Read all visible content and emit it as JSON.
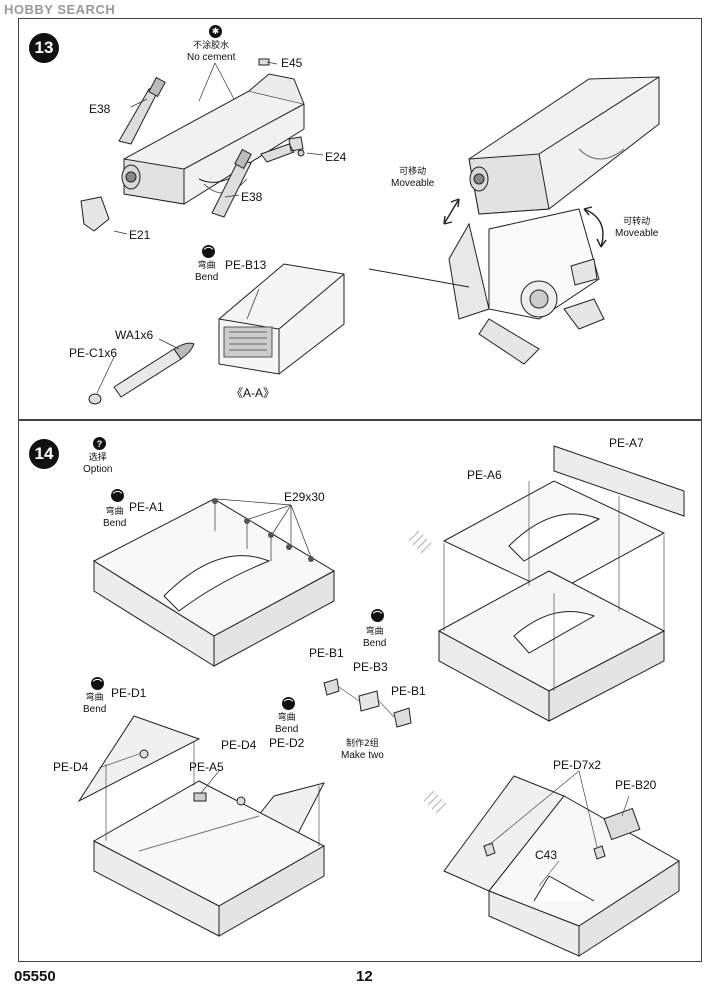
{
  "watermark": "HOBBY SEARCH",
  "footer": {
    "code": "05550",
    "page": "12"
  },
  "step13": {
    "number": "13",
    "no_cement_cn": "不涂胶水",
    "no_cement": "No cement",
    "bend_cn": "弯曲",
    "bend": "Bend",
    "moveable_cn_1": "可移动",
    "moveable_1": "Moveable",
    "moveable_cn_2": "可转动",
    "moveable_2": "Moveable",
    "parts": {
      "e45": "E45",
      "e38a": "E38",
      "e38b": "E38",
      "e24": "E24",
      "e21": "E21",
      "peb13": "PE-B13",
      "wa1": "WA1x6",
      "pec1": "PE-C1x6"
    },
    "section": "《A-A》"
  },
  "step14": {
    "number": "14",
    "option_cn": "选择",
    "option": "Option",
    "bend_cn": "弯曲",
    "bend": "Bend",
    "make_two_cn": "制作2组",
    "make_two": "Make two",
    "parts": {
      "pea1": "PE-A1",
      "e29": "E29x30",
      "pea6": "PE-A6",
      "pea7": "PE-A7",
      "peb1a": "PE-B1",
      "peb3": "PE-B3",
      "peb1b": "PE-B1",
      "ped1": "PE-D1",
      "ped4a": "PE-D4",
      "pea5": "PE-A5",
      "ped4b": "PE-D4",
      "ped2": "PE-D2",
      "ped7": "PE-D7x2",
      "peb20": "PE-B20",
      "c43": "C43"
    }
  }
}
